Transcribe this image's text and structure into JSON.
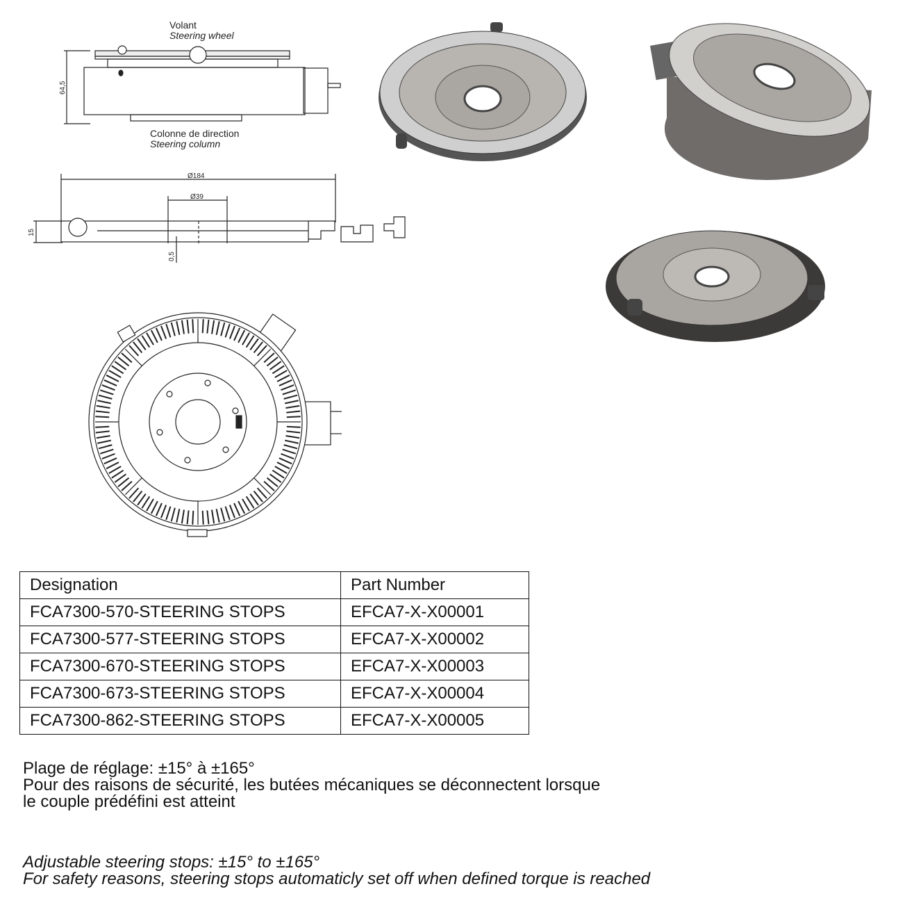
{
  "drawing": {
    "top_label": "Volant",
    "top_label_en": "Steering wheel",
    "bottom_label": "Colonne de direction",
    "bottom_label_en": "Steering column",
    "dim_height": "64,5",
    "dim_outer_diameter": "Ø184",
    "dim_inner_diameter": "Ø39",
    "dim_thickness": "15",
    "dim_gap": "0,5"
  },
  "table": {
    "headers": [
      "Designation",
      "Part Number"
    ],
    "rows": [
      [
        "FCA7300-570-STEERING STOPS",
        "EFCA7-X-X00001"
      ],
      [
        "FCA7300-577-STEERING STOPS",
        "EFCA7-X-X00002"
      ],
      [
        "FCA7300-670-STEERING STOPS",
        "EFCA7-X-X00003"
      ],
      [
        "FCA7300-673-STEERING STOPS",
        "EFCA7-X-X00004"
      ],
      [
        "FCA7300-862-STEERING STOPS",
        "EFCA7-X-X00005"
      ]
    ]
  },
  "notes_fr": [
    "Plage de réglage: ±15° à ±165°",
    "Pour des raisons de sécurité, les butées mécaniques se déconnectent lorsque",
    "le couple prédéfini est atteint"
  ],
  "notes_en": [
    "Adjustable steering stops: ±15° to ±165°",
    "For safety reasons, steering stops automaticly set off when defined torque is reached"
  ]
}
